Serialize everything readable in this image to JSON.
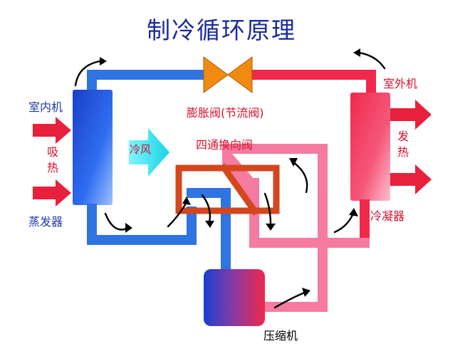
{
  "title": "制冷循环原理",
  "labels": {
    "indoor_unit": "室内机",
    "outdoor_unit": "室外机",
    "expansion_valve": "膨胀阀(节流阀)",
    "four_way_valve": "四通换向阀",
    "evaporator": "蒸发器",
    "condenser": "冷凝器",
    "compressor": "压缩机",
    "cold_air": "冷风",
    "absorb_heat_1": "吸",
    "absorb_heat_2": "热",
    "release_heat_1": "发",
    "release_heat_2": "热"
  },
  "colors": {
    "blue_pipe": "#2f74e0",
    "red_pipe": "#f0284c",
    "pink_pipe": "#f57ba0",
    "valve_frame": "#d4471e",
    "expansion_valve": "#f08a10",
    "cold_arrow": "#28e0ec",
    "blue_text": "#1f3aa8",
    "red_text": "#d8102c"
  }
}
